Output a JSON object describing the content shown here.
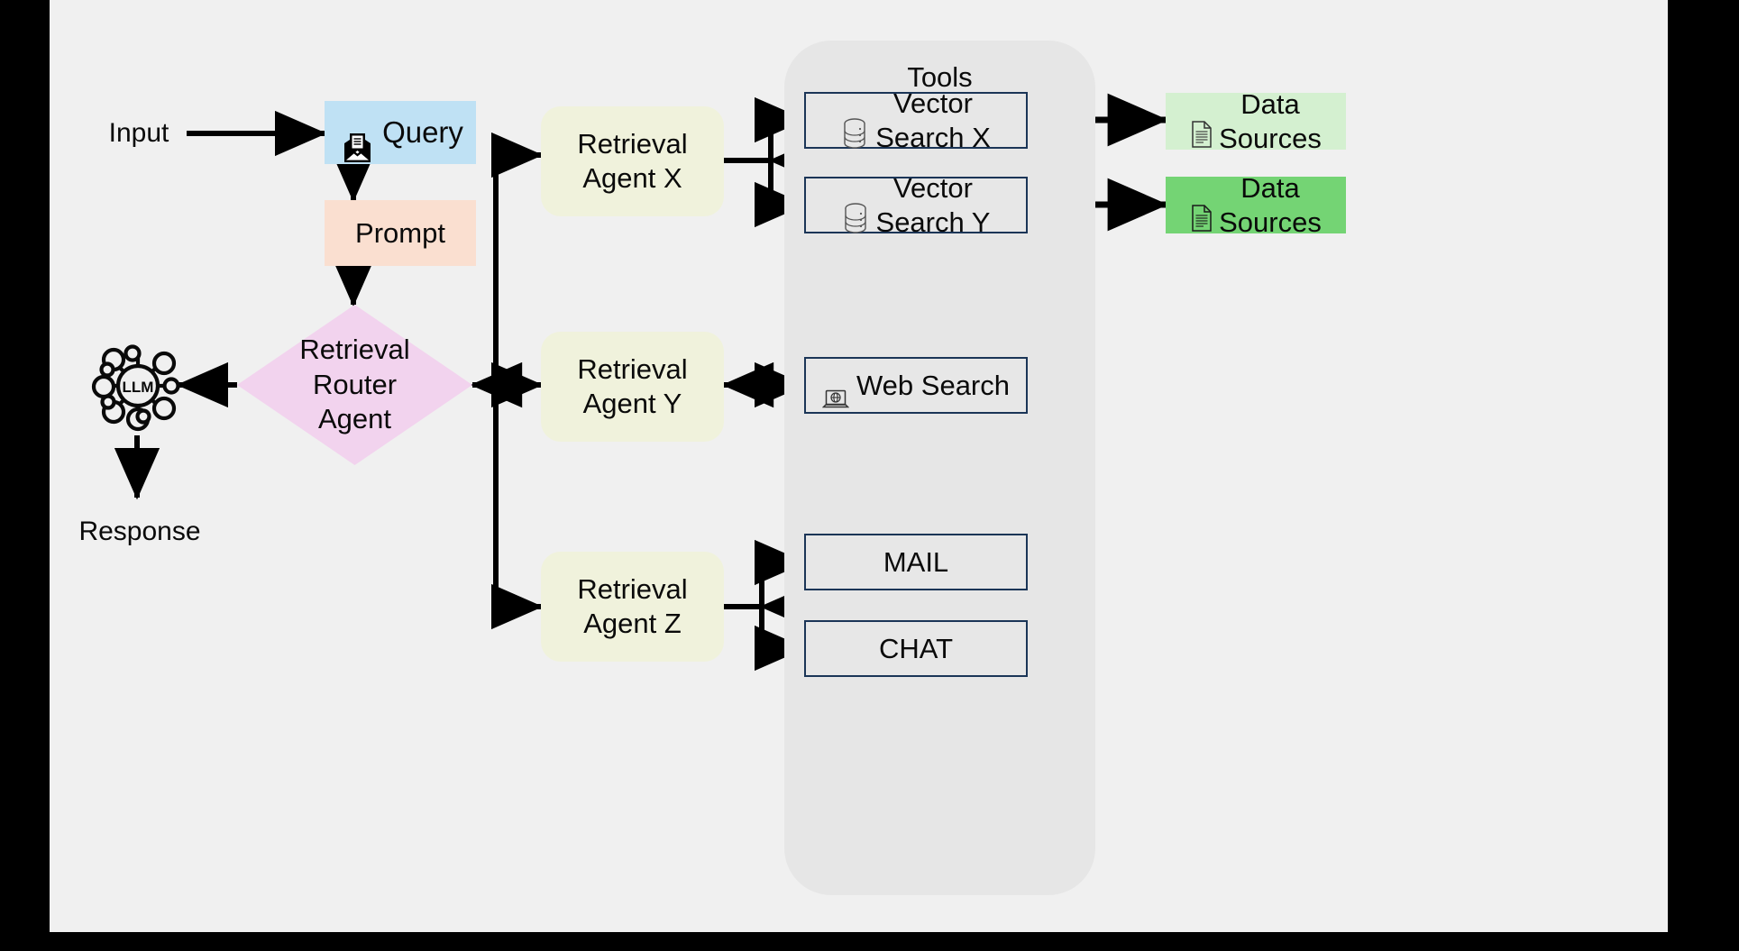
{
  "canvas": {
    "background": "#f0f0f0",
    "frame": "#000000"
  },
  "flow": {
    "input_label": "Input",
    "response_label": "Response",
    "llm_label": "LLM"
  },
  "nodes": {
    "query": {
      "label": "Query",
      "icon": "envelope-open-document-icon",
      "color": "#bfe1f4"
    },
    "prompt": {
      "label": "Prompt",
      "color": "#fadfd0"
    },
    "router": {
      "label": "Retrieval\nRouter\nAgent",
      "color": "#f2d3ee"
    },
    "llm": {
      "label": "LLM",
      "icon": "llm-network-icon"
    }
  },
  "agents": [
    {
      "id": "agent-x",
      "label": "Retrieval\nAgent X",
      "color": "#f0f2dc"
    },
    {
      "id": "agent-y",
      "label": "Retrieval\nAgent Y",
      "color": "#f0f2dc"
    },
    {
      "id": "agent-z",
      "label": "Retrieval\nAgent Z",
      "color": "#f0f2dc"
    }
  ],
  "tools": {
    "title": "Tools",
    "panel_color": "#e6e6e6",
    "border_color": "#1b3557",
    "items": [
      {
        "id": "vector-search-x",
        "label": "Vector\nSearch X",
        "icon": "database-icon"
      },
      {
        "id": "vector-search-y",
        "label": "Vector\nSearch Y",
        "icon": "database-icon"
      },
      {
        "id": "web-search",
        "label": "Web Search",
        "icon": "laptop-globe-icon"
      },
      {
        "id": "mail",
        "label": "MAIL",
        "icon": "none"
      },
      {
        "id": "chat",
        "label": "CHAT",
        "icon": "none"
      }
    ]
  },
  "data_sources": [
    {
      "id": "data-sources-1",
      "label": "Data\nSources",
      "icon": "document-icon",
      "color": "#d4f0d0"
    },
    {
      "id": "data-sources-2",
      "label": "Data\nSources",
      "icon": "document-icon",
      "color": "#74d474"
    }
  ]
}
